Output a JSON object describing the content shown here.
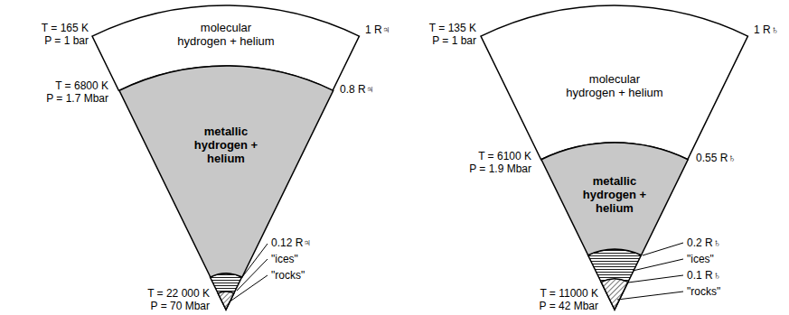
{
  "diagram": {
    "nodes": [
      {
        "text": [
          "molecular hydrogen + helium"
        ]
      },
      {
        "text": [
          "metallic hydrogen + helium"
        ]
      },
      {
        "text": [
          "molecular hydrogen + helium"
        ]
      },
      {
        "text": [
          "metallic hydrogen + helium"
        ]
      }
    ],
    "labels": [
      "T = 165 K",
      "P = 1 bar",
      "1 R♃",
      "T = 6800 K",
      "P = 1.7 Mbar",
      "0.8 R♃",
      "0.12 R♃",
      "\"ices\"",
      "\"rocks\"",
      "T = 22 000 K",
      "P = 70 Mbar",
      "T = 135 K",
      "P = 1 bar",
      "1 R♄",
      "T = 6100 K",
      "P = 1.9 Mbar",
      "0.55 R♄",
      "0.2 R♄",
      "\"ices\"",
      "0.1 R♄",
      "\"rocks\"",
      "T = 11000 K",
      "P = 42 Mbar"
    ]
  }
}
